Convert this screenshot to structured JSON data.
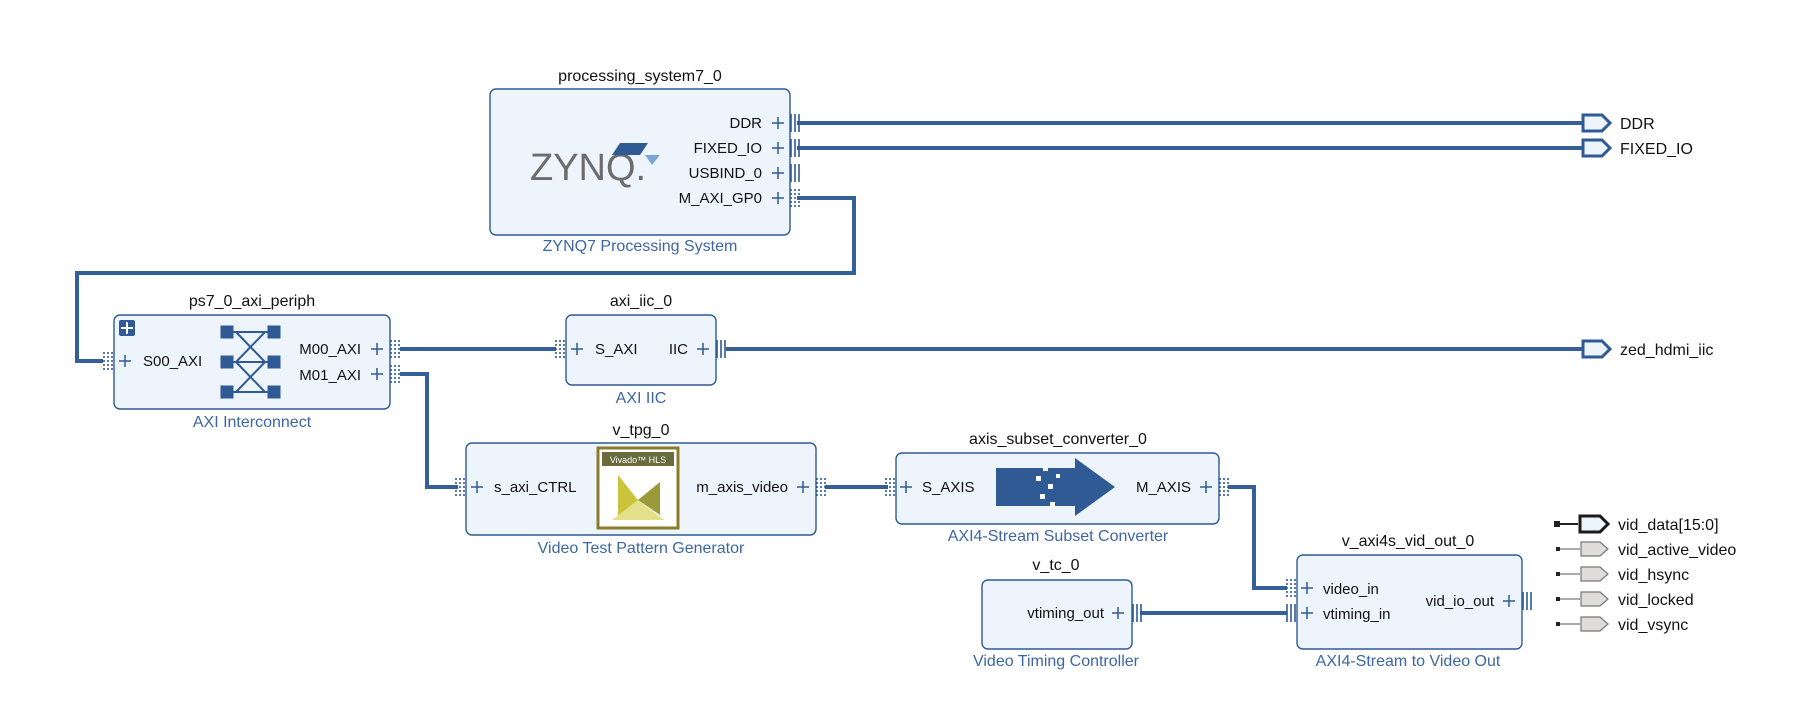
{
  "blocks": {
    "ps7": {
      "title": "processing_system7_0",
      "subtitle": "ZYNQ7 Processing System",
      "logo": "ZYNQ.",
      "pins": [
        "DDR",
        "FIXED_IO",
        "USBIND_0",
        "M_AXI_GP0"
      ]
    },
    "periph": {
      "title": "ps7_0_axi_periph",
      "subtitle": "AXI Interconnect",
      "pin_in": "S00_AXI",
      "pin_out_0": "M00_AXI",
      "pin_out_1": "M01_AXI"
    },
    "iic": {
      "title": "axi_iic_0",
      "subtitle": "AXI IIC",
      "pin_in": "S_AXI",
      "pin_out": "IIC"
    },
    "tpg": {
      "title": "v_tpg_0",
      "subtitle": "Video Test Pattern Generator",
      "pin_in": "s_axi_CTRL",
      "pin_out": "m_axis_video",
      "logo": "Vivado™ HLS"
    },
    "subset": {
      "title": "axis_subset_converter_0",
      "subtitle": "AXI4-Stream Subset Converter",
      "pin_in": "S_AXIS",
      "pin_out": "M_AXIS"
    },
    "vtc": {
      "title": "v_tc_0",
      "subtitle": "Video Timing Controller",
      "pin_out": "vtiming_out"
    },
    "vidout": {
      "title": "v_axi4s_vid_out_0",
      "subtitle": "AXI4-Stream to Video Out",
      "pin_in_0": "video_in",
      "pin_in_1": "vtiming_in",
      "pin_out": "vid_io_out"
    }
  },
  "external_ports": {
    "ddr": "DDR",
    "fixed_io": "FIXED_IO",
    "zed_hdmi_iic": "zed_hdmi_iic",
    "vid_data": "vid_data[15:0]",
    "vid_active_video": "vid_active_video",
    "vid_hsync": "vid_hsync",
    "vid_locked": "vid_locked",
    "vid_vsync": "vid_vsync"
  },
  "colors": {
    "block_fill": "#eef4fc",
    "block_border": "#2f5a94",
    "wire": "#355f97",
    "subtitle": "#3d67a4",
    "port_fill_bus": "#eef4fc",
    "port_fill_wire": "#e0dcdc"
  }
}
